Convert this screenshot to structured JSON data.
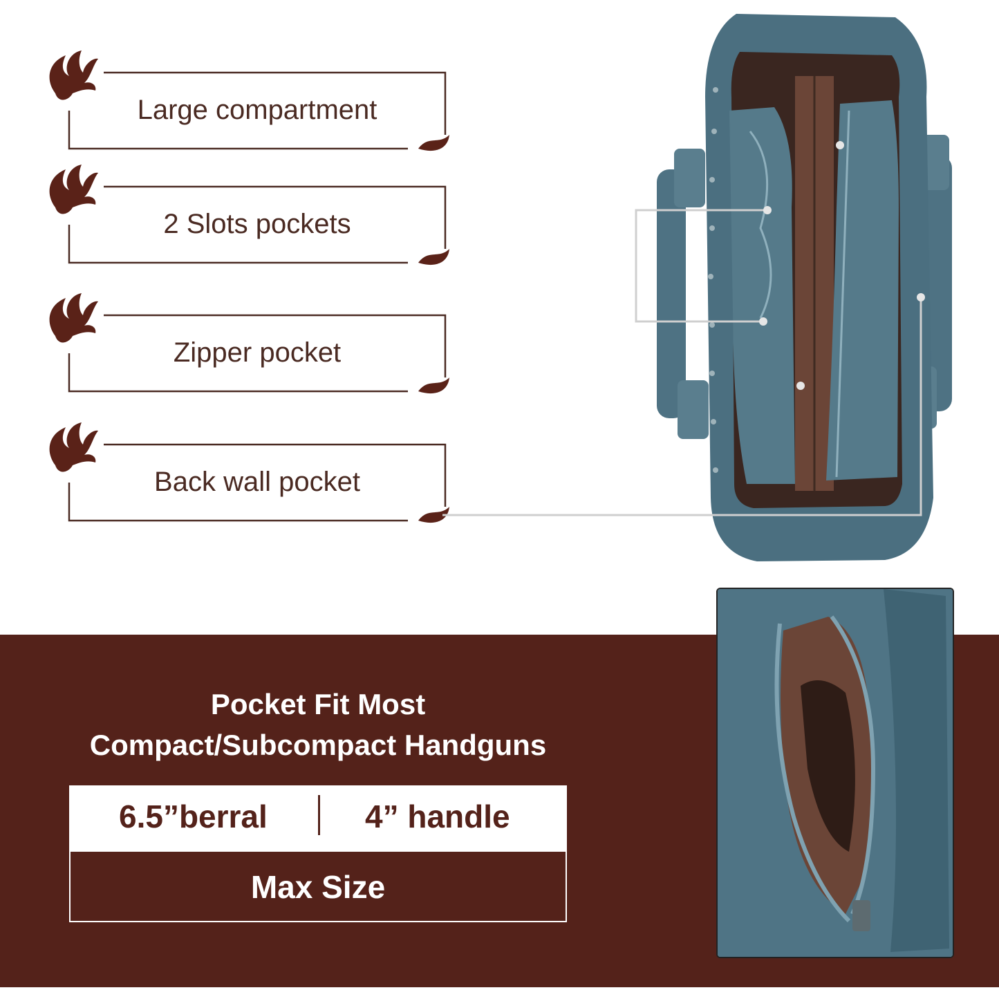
{
  "callouts": [
    {
      "label": "Large compartment"
    },
    {
      "label": "2 Slots pockets"
    },
    {
      "label": "Zipper pocket"
    },
    {
      "label": "Back wall pocket"
    }
  ],
  "headline": {
    "line1": "Pocket Fit Most",
    "line2": "Compact/Subcompact Handguns"
  },
  "specs": {
    "barrel": "6.5”berral",
    "handle": "4” handle",
    "max_size": "Max Size"
  },
  "colors": {
    "brand_brown": "#54221a",
    "bag_teal": "#4e7283",
    "lining_brown": "#6b4537"
  },
  "icons": [
    "flower-ornament-icon",
    "leaf-ornament-icon"
  ]
}
